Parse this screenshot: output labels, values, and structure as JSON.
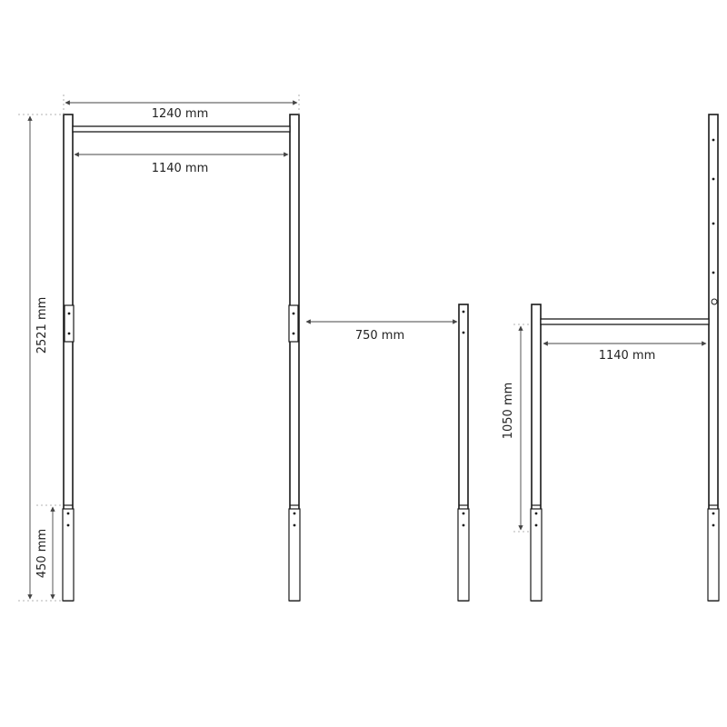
{
  "dimensions": {
    "outer_width": "1240 mm",
    "inner_width": "1140 mm",
    "total_height": "2521 mm",
    "sleeve_height": "450 mm",
    "post_spacing": "750 mm",
    "inner_width_right": "1140 mm",
    "bar_height": "1050 mm"
  },
  "colors": {
    "line": "#1a1a1a",
    "dimension": "#444444",
    "extension": "#9a9a9a",
    "text": "#222222",
    "background": "#ffffff"
  }
}
